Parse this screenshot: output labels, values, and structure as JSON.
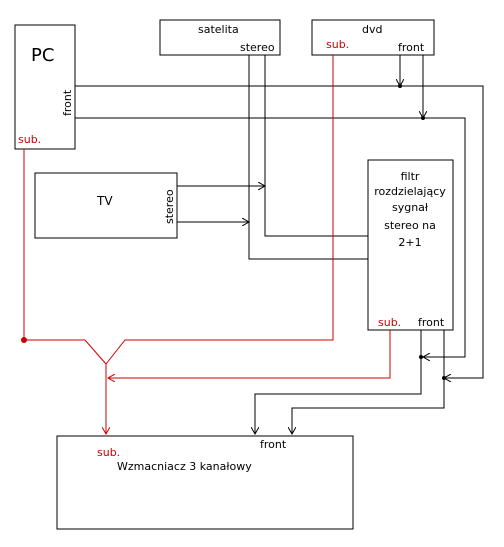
{
  "pc": {
    "title": "PC",
    "front": "front",
    "sub": "sub."
  },
  "satelita": {
    "title": "satelita",
    "stereo": "stereo"
  },
  "dvd": {
    "title": "dvd",
    "sub": "sub.",
    "front": "front"
  },
  "tv": {
    "title": "TV",
    "stereo": "stereo"
  },
  "filtr": {
    "lines": [
      "filtr",
      "rozdzielający",
      "sygnał",
      "stereo na",
      "2+1"
    ],
    "sub": "sub.",
    "front": "front"
  },
  "amp": {
    "title": "Wzmacniacz 3 kanałowy",
    "sub": "sub.",
    "front": "front"
  },
  "colors": {
    "wire": "#000000",
    "sub_wire": "#cc0000"
  }
}
